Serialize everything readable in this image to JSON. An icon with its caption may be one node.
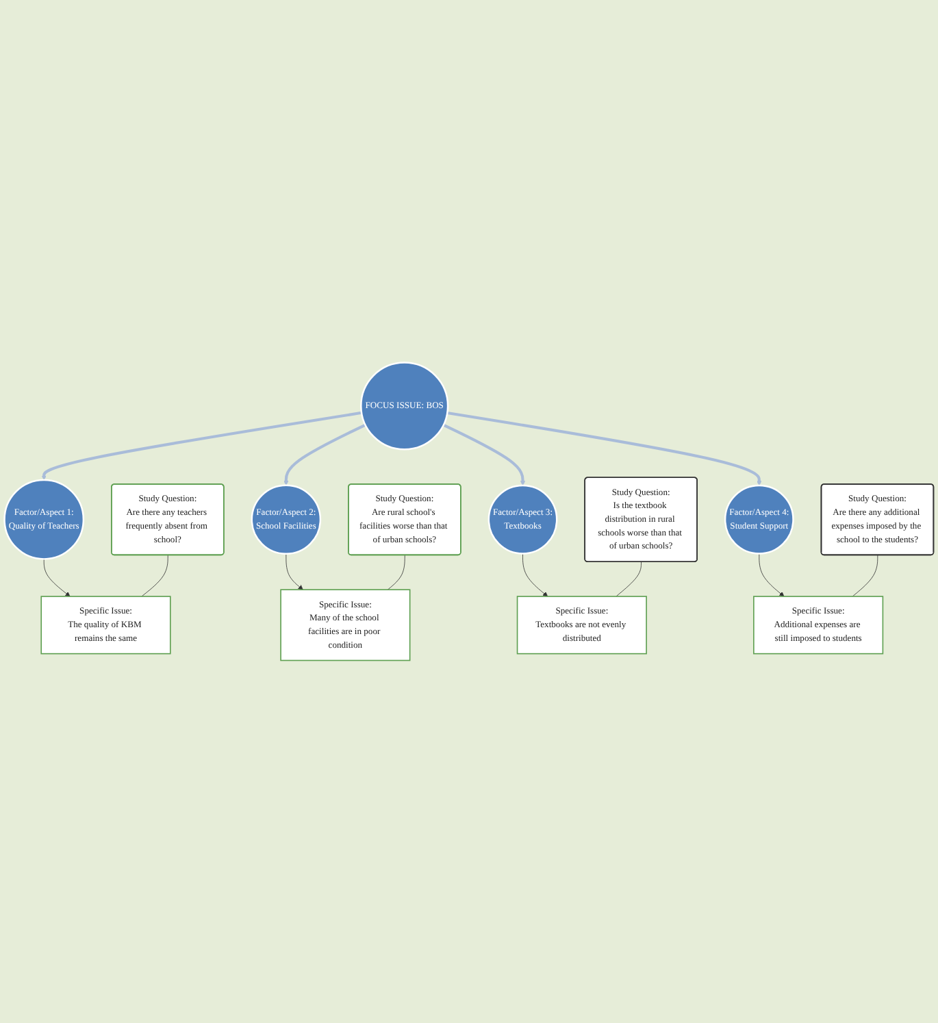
{
  "diagram": {
    "nodes": [
      {
        "text": [
          "Study Question:",
          "Are there any teachers frequently absent from school?"
        ]
      },
      {
        "text": [
          "Study Question:",
          "Are rural school's facilities worse than that of urban schools?"
        ]
      },
      {
        "text": [
          "Specific Issue:",
          "The quality of KBM remains the same"
        ]
      },
      {
        "text": [
          "Specific Issue:",
          "Many of the school facilities are in poor condition"
        ]
      },
      {
        "text": [
          "Factor/Aspect 1:",
          "Quality of Teachers"
        ]
      },
      {
        "text": [
          "Factor/Aspect 4:",
          "Student Support"
        ]
      },
      {
        "text": [
          "FOCUS ISSUE: BOS"
        ]
      },
      {
        "text": [
          "Factor/Aspect 2:",
          "School Facilities"
        ]
      },
      {
        "text": [
          "Factor/Aspect 3:",
          "Textbooks"
        ]
      },
      {
        "text": [
          "Specific Issue:",
          "Additional expenses are still imposed to students"
        ]
      },
      {
        "text": [
          "Specific Issue:",
          "Textbooks are not evenly distributed"
        ]
      },
      {
        "text": [
          "Study Question:",
          "Are there any additional expenses imposed by the school to the students?"
        ]
      },
      {
        "text": [
          "Study Question:",
          "Is the textbook distribution in rural schools worse than that of urban schools?"
        ]
      }
    ],
    "edges": [
      {
        "from": 6,
        "to": 4,
        "arrow": "to",
        "style": "thick",
        "color": "#a9bcd9"
      },
      {
        "from": 6,
        "to": 7,
        "arrow": "to",
        "style": "thick",
        "color": "#a9bcd9"
      },
      {
        "from": 6,
        "to": 8,
        "arrow": "to",
        "style": "thick",
        "color": "#a9bcd9"
      },
      {
        "from": 6,
        "to": 5,
        "arrow": "to",
        "style": "thick",
        "color": "#a9bcd9"
      },
      {
        "from": 4,
        "to": 2,
        "arrow": "to"
      },
      {
        "from": 7,
        "to": 3,
        "arrow": "to"
      },
      {
        "from": 5,
        "to": 9,
        "arrow": "to"
      },
      {
        "from": 8,
        "to": 10,
        "arrow": "to"
      },
      {
        "from": 0,
        "to": 2,
        "arrow": "none"
      },
      {
        "from": 1,
        "to": 3,
        "arrow": "none"
      },
      {
        "from": 11,
        "to": 9,
        "arrow": "none"
      },
      {
        "from": 12,
        "to": 10,
        "arrow": "none"
      }
    ]
  }
}
